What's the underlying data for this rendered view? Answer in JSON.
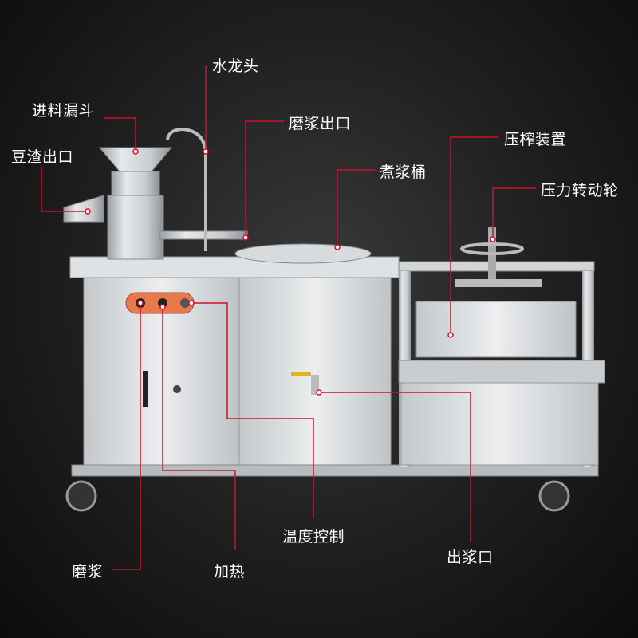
{
  "labels": {
    "faucet": "水龙头",
    "feed_hopper": "进料漏斗",
    "okara_outlet": "豆渣出口",
    "grinding_outlet": "磨浆出口",
    "boiling_bucket": "煮浆桶",
    "press_device": "压榨装置",
    "pressure_wheel": "压力转动轮",
    "temperature_control": "温度控制",
    "milk_outlet": "出浆口",
    "grinding": "磨浆",
    "heating": "加热"
  },
  "colors": {
    "leader": "#d0102a",
    "steel": "#cfd3d6",
    "panel": "#e7794a"
  }
}
